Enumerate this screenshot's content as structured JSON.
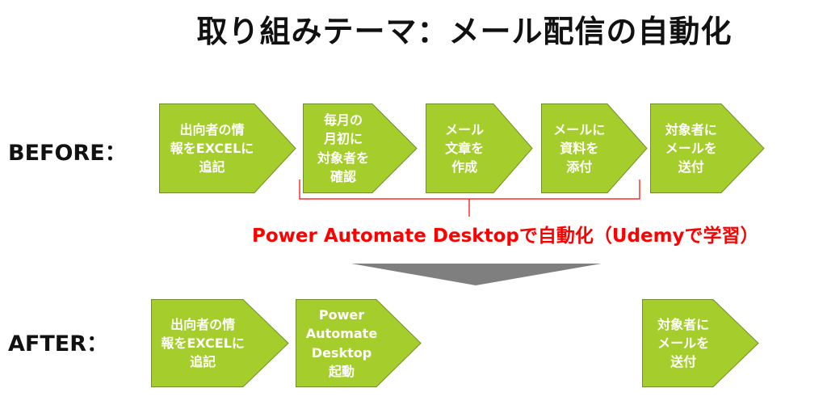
{
  "title": "取り組みテーマ：メール配信の自動化",
  "colors": {
    "chevron_fill": "#a5cd2b",
    "chevron_stroke": "#6f8f2a",
    "highlight": "#ff0000",
    "arrow": "#7f7f7f"
  },
  "before": {
    "label": "BEFORE：",
    "steps": [
      "出向者の情\n報をEXCELに\n追記",
      "毎月の\n月初に\n対象者を\n確認",
      "メール\n文章を\n作成",
      "メールに\n資料を\n添付",
      "対象者に\nメールを\n送付"
    ]
  },
  "automation_note": "Power Automate Desktopで自動化（Udemyで学習）",
  "after": {
    "label": "AFTER：",
    "steps": [
      "出向者の情\n報をEXCELに\n追記",
      "Power\nAutomate\nDesktop\n起動",
      "対象者に\nメールを\n送付"
    ]
  }
}
